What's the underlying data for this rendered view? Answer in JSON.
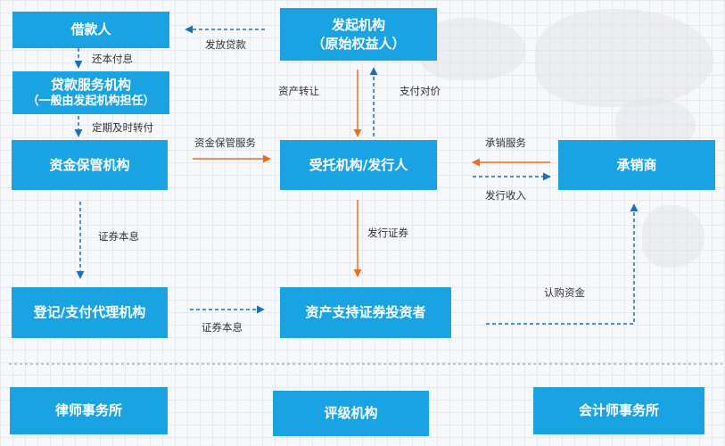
{
  "colors": {
    "box": "#1aa3e3",
    "arrow_blue": "#1f6fb8",
    "arrow_orange": "#ef6c1f",
    "text": "#333333"
  },
  "nodes": {
    "borrower": "借款人",
    "originator_line1": "发起机构",
    "originator_line2": "（原始权益人）",
    "servicer_line1": "贷款服务机构",
    "servicer_line2": "（一般由发起机构担任）",
    "custodian": "资金保管机构",
    "trustee": "受托机构/发行人",
    "underwriter": "承销商",
    "registrar": "登记/支付代理机构",
    "investors": "资产支持证券投资者",
    "law_firm": "律师事务所",
    "rating_agency": "评级机构",
    "accounting_firm": "会计师事务所"
  },
  "edges": {
    "loan_disbursement": "发放贷款",
    "repay_principal_interest": "还本付息",
    "regular_transfer": "定期及时转付",
    "asset_transfer": "资产转让",
    "pay_consideration": "支付对价",
    "custody_service": "资金保管服务",
    "underwriting_service": "承销服务",
    "issuance_income": "发行收入",
    "securities_principal_interest_1": "证券本息",
    "issue_securities": "发行证券",
    "securities_principal_interest_2": "证券本息",
    "subscription_funds": "认购资金"
  }
}
